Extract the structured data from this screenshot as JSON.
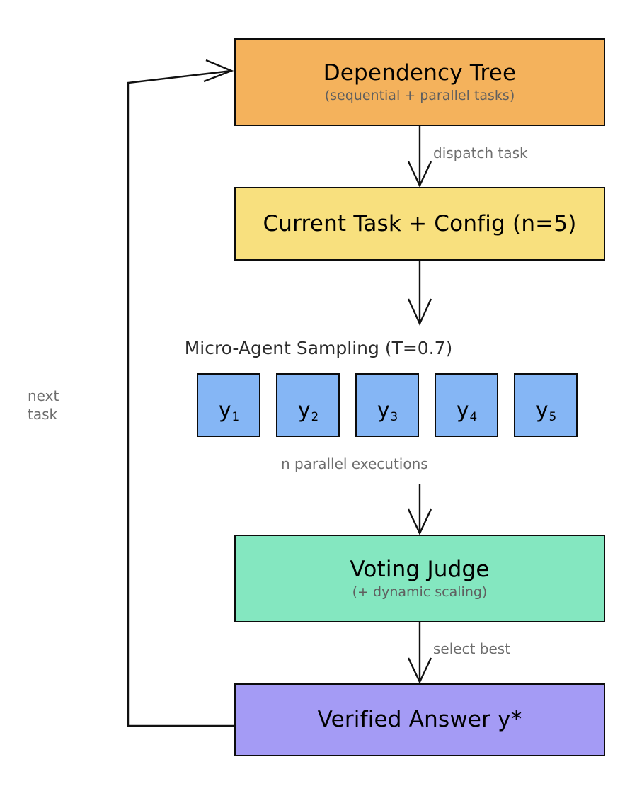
{
  "diagram": {
    "title": "Dependency-tree task pipeline with micro-agent sampling and voting judge",
    "type": "flowchart",
    "background": "#ffffff",
    "edge_stroke": "#111111",
    "nodes": [
      {
        "id": "dependency-tree",
        "title": "Dependency Tree",
        "subtitle": "(sequential + parallel tasks)",
        "color": "#F4B25C"
      },
      {
        "id": "current-task",
        "title": "Current Task + Config (n=5)",
        "subtitle": "",
        "color": "#F8E07E"
      },
      {
        "id": "voting-judge",
        "title": "Voting Judge",
        "subtitle": "(+ dynamic scaling)",
        "color": "#84E7C0"
      },
      {
        "id": "verified-answer",
        "title": "Verified Answer y*",
        "subtitle": "",
        "color": "#A49BF5"
      }
    ],
    "sampling": {
      "header": "Micro-Agent Sampling (T=0.7)",
      "box_color": "#85B6F5",
      "samples": [
        {
          "base": "y",
          "sub": "1"
        },
        {
          "base": "y",
          "sub": "2"
        },
        {
          "base": "y",
          "sub": "3"
        },
        {
          "base": "y",
          "sub": "4"
        },
        {
          "base": "y",
          "sub": "5"
        }
      ]
    },
    "edges": [
      {
        "id": "dispatch-task",
        "label": "dispatch task",
        "from": "dependency-tree",
        "to": "current-task"
      },
      {
        "id": "task-to-sampling",
        "label": "",
        "from": "current-task",
        "to": "sampling"
      },
      {
        "id": "parallel-executions",
        "label": "n parallel executions",
        "from": "sampling",
        "to": "voting-judge"
      },
      {
        "id": "select-best",
        "label": "select best",
        "from": "voting-judge",
        "to": "verified-answer"
      },
      {
        "id": "next-task",
        "label": "next\ntask",
        "label_line_1": "next",
        "label_line_2": "task",
        "from": "verified-answer",
        "to": "dependency-tree"
      }
    ],
    "label_color": "#6d6d6d"
  }
}
